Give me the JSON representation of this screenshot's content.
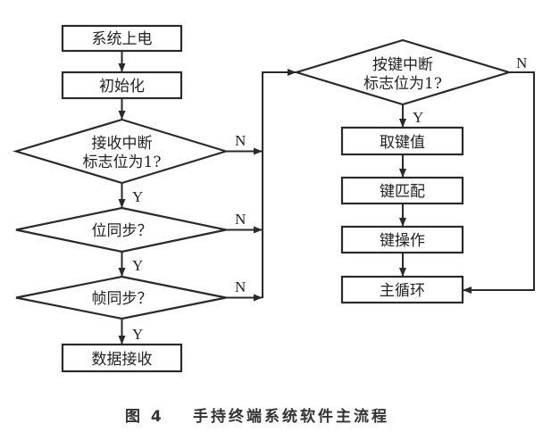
{
  "diagram": {
    "type": "flowchart",
    "nodes": {
      "power_on": {
        "label": "系统上电",
        "shape": "process"
      },
      "init": {
        "label": "初始化",
        "shape": "process"
      },
      "recv_interrupt": {
        "label_line1": "接收中断",
        "label_line2": "标志位为1?",
        "shape": "decision"
      },
      "bit_sync": {
        "label": "位同步？",
        "shape": "decision"
      },
      "frame_sync": {
        "label": "帧同步？",
        "shape": "decision"
      },
      "data_recv": {
        "label": "数据接收",
        "shape": "process"
      },
      "key_interrupt": {
        "label_line1": "按键中断",
        "label_line2": "标志位为1?",
        "shape": "decision"
      },
      "get_key": {
        "label": "取键值",
        "shape": "process"
      },
      "key_match": {
        "label": "键匹配",
        "shape": "process"
      },
      "key_op": {
        "label": "键操作",
        "shape": "process"
      },
      "main_loop": {
        "label": "主循环",
        "shape": "process"
      }
    },
    "edge_labels": {
      "yes": "Y",
      "no": "N"
    },
    "edges": [
      {
        "from": "power_on",
        "to": "init",
        "label": ""
      },
      {
        "from": "init",
        "to": "recv_interrupt",
        "label": ""
      },
      {
        "from": "recv_interrupt",
        "to": "bit_sync",
        "label": "Y"
      },
      {
        "from": "recv_interrupt",
        "to": "key_interrupt",
        "label": "N"
      },
      {
        "from": "bit_sync",
        "to": "frame_sync",
        "label": "Y"
      },
      {
        "from": "bit_sync",
        "to": "key_interrupt",
        "label": "N"
      },
      {
        "from": "frame_sync",
        "to": "data_recv",
        "label": "Y"
      },
      {
        "from": "frame_sync",
        "to": "key_interrupt",
        "label": "N"
      },
      {
        "from": "key_interrupt",
        "to": "get_key",
        "label": "Y"
      },
      {
        "from": "key_interrupt",
        "to": "main_loop",
        "label": "N"
      },
      {
        "from": "get_key",
        "to": "key_match",
        "label": ""
      },
      {
        "from": "key_match",
        "to": "key_op",
        "label": ""
      },
      {
        "from": "key_op",
        "to": "main_loop",
        "label": ""
      }
    ]
  },
  "caption": {
    "figure_no": "图 4",
    "title": "手持终端系统软件主流程"
  }
}
